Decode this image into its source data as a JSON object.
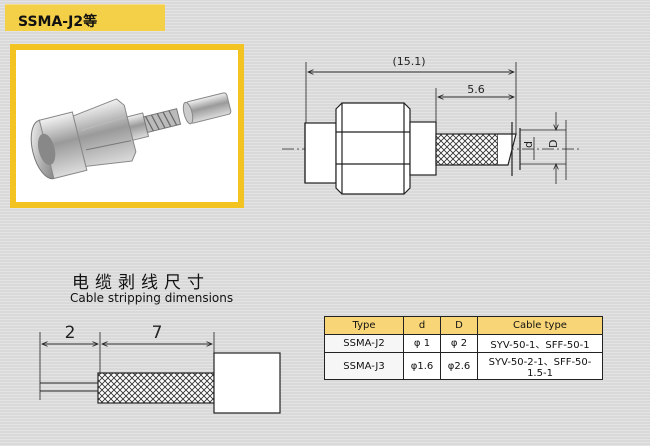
{
  "header": {
    "title": "SSMA-J2等"
  },
  "drawing": {
    "overall_length": "(15.1)",
    "strip_length": "5.6",
    "inner_label": "d",
    "outer_label": "D"
  },
  "stripping": {
    "title_zh": "电缆剥线尺寸",
    "title_en": "Cable stripping dimensions",
    "dim_inner": "2",
    "dim_outer": "7"
  },
  "table": {
    "headers": [
      "Type",
      "d",
      "D",
      "Cable type"
    ],
    "rows": [
      {
        "type": "SSMA-J2",
        "d": "φ 1",
        "D": "φ 2",
        "cable": "SYV-50-1、SFF-50-1"
      },
      {
        "type": "SSMA-J3",
        "d": "φ1.6",
        "D": "φ2.6",
        "cable": "SYV-50-2-1、SFF-50-1.5-1"
      }
    ]
  }
}
